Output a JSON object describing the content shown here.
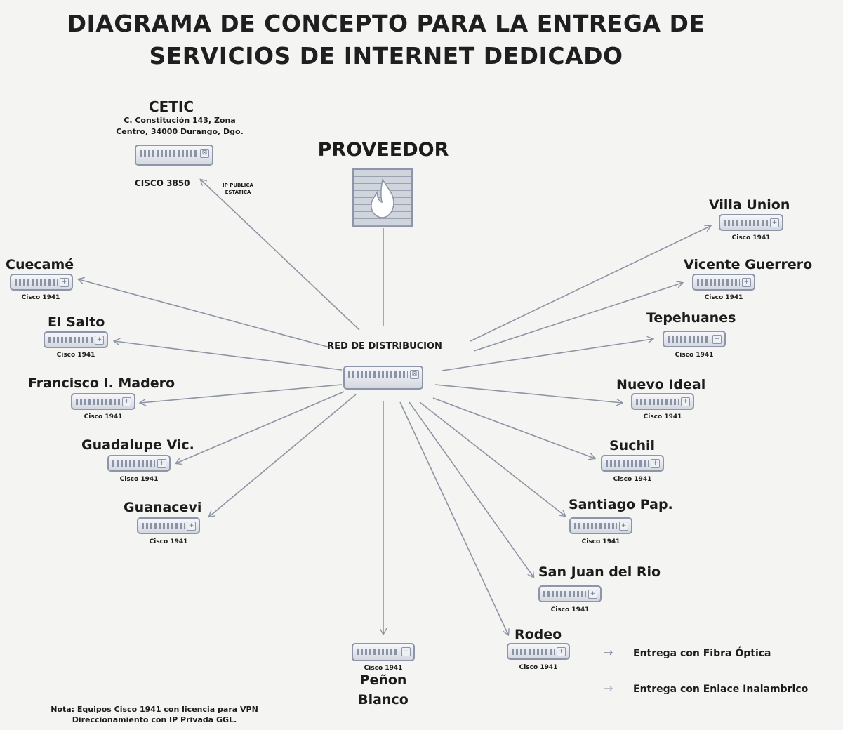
{
  "title_line1": "DIAGRAMA DE CONCEPTO PARA LA ENTREGA DE",
  "title_line2": "SERVICIOS DE INTERNET DEDICADO",
  "provider_label": "PROVEEDOR",
  "distribution_label": "RED DE DISTRIBUCION",
  "cetic": {
    "name": "CETIC",
    "address_line1": "C. Constitución 143, Zona",
    "address_line2": "Centro, 34000 Durango, Dgo.",
    "model": "CISCO 3850",
    "link_note_line1": "IP PUBLICA",
    "link_note_line2": "ESTATICA"
  },
  "sites": {
    "cuecame": "Cuecamé",
    "el_salto": "El Salto",
    "madero": "Francisco I. Madero",
    "guadalupe": "Guadalupe Vic.",
    "guanacevi": "Guanacevi",
    "penon_line1": "Peñon",
    "penon_line2": "Blanco",
    "villa_union": "Villa Union",
    "vicente": "Vicente Guerrero",
    "tepehuanes": "Tepehuanes",
    "nuevo_ideal": "Nuevo Ideal",
    "suchil": "Suchil",
    "santiago": "Santiago Pap.",
    "san_juan": "San Juan del Rio",
    "rodeo": "Rodeo"
  },
  "site_model": "Cisco 1941",
  "legend": {
    "fiber": "Entrega con Fibra Óptica",
    "wireless": "Entrega con Enlace Inalambrico"
  },
  "note_line1": "Nota: Equipos Cisco 1941 con licencia para VPN",
  "note_line2": "Direccionamiento con IP Privada GGL.",
  "colors": {
    "arrow": "#8d95a4",
    "device_border": "#8c96a8",
    "fire": "#ffffff"
  }
}
